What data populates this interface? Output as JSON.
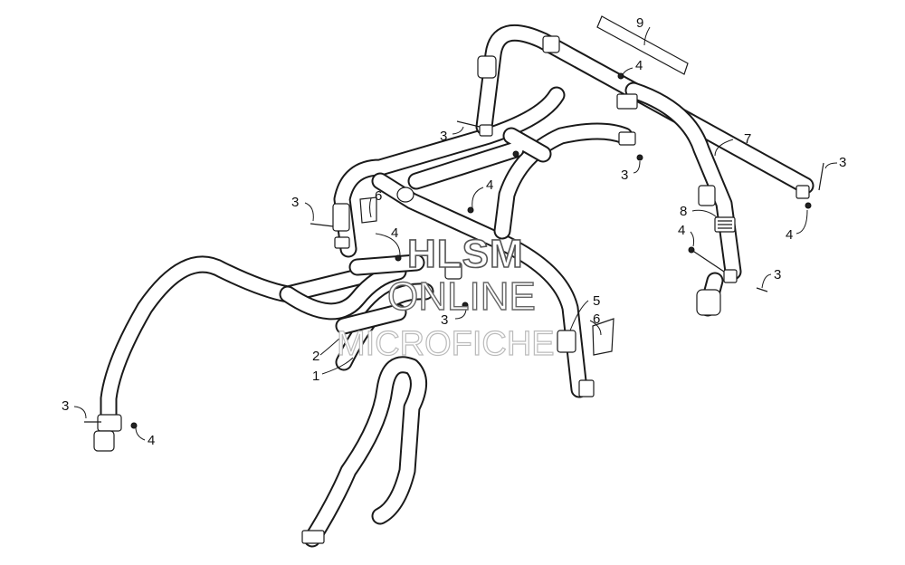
{
  "callouts": {
    "c1": "1",
    "c2": "2",
    "c3a": "3",
    "c3b": "3",
    "c3c": "3",
    "c3d": "3",
    "c3e": "3",
    "c3f": "3",
    "c3g": "3",
    "c4a": "4",
    "c4b": "4",
    "c4c": "4",
    "c4d": "4",
    "c4e": "4",
    "c4f": "4",
    "c5": "5",
    "c6a": "6",
    "c6b": "6",
    "c7": "7",
    "c8": "8",
    "c9": "9"
  },
  "watermark": {
    "line1": "HLSM",
    "line2": "ONLINE",
    "line3": "MICROFICHE"
  }
}
